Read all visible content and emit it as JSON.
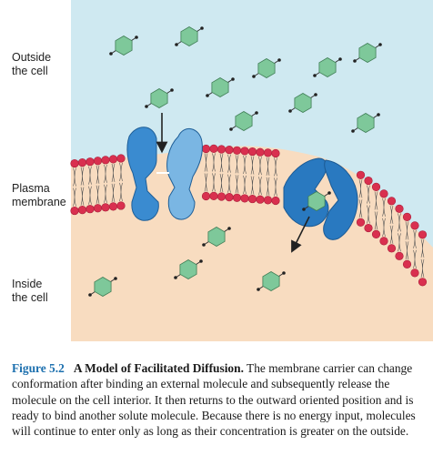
{
  "labels": {
    "outside": "Outside\nthe cell",
    "membrane": "Plasma\nmembrane",
    "inside": "Inside\nthe cell"
  },
  "caption": {
    "figure_number": "Figure 5.2",
    "title": "A Model of Facilitated Diffusion.",
    "body": "The membrane carrier can change conformation after binding an external molecule and subsequently release the molecule on the cell interior. It then returns to the outward oriented position and is ready to bind another solute molecule. Because there is no energy input, molecules will continue to enter only as long as their concentration is greater on the outside."
  },
  "colors": {
    "outside_fluid": "#cfe9f1",
    "inside_fluid": "#f8dcc0",
    "phospholipid_head": "#d9304f",
    "carrier_light": "#62a7dd",
    "carrier_dark": "#2979c0",
    "solute": "#7ec89a",
    "figure_number": "#1b6fae"
  },
  "icons": {
    "solute": "hexagon-molecule-icon",
    "arrow": "down-arrow-icon"
  }
}
